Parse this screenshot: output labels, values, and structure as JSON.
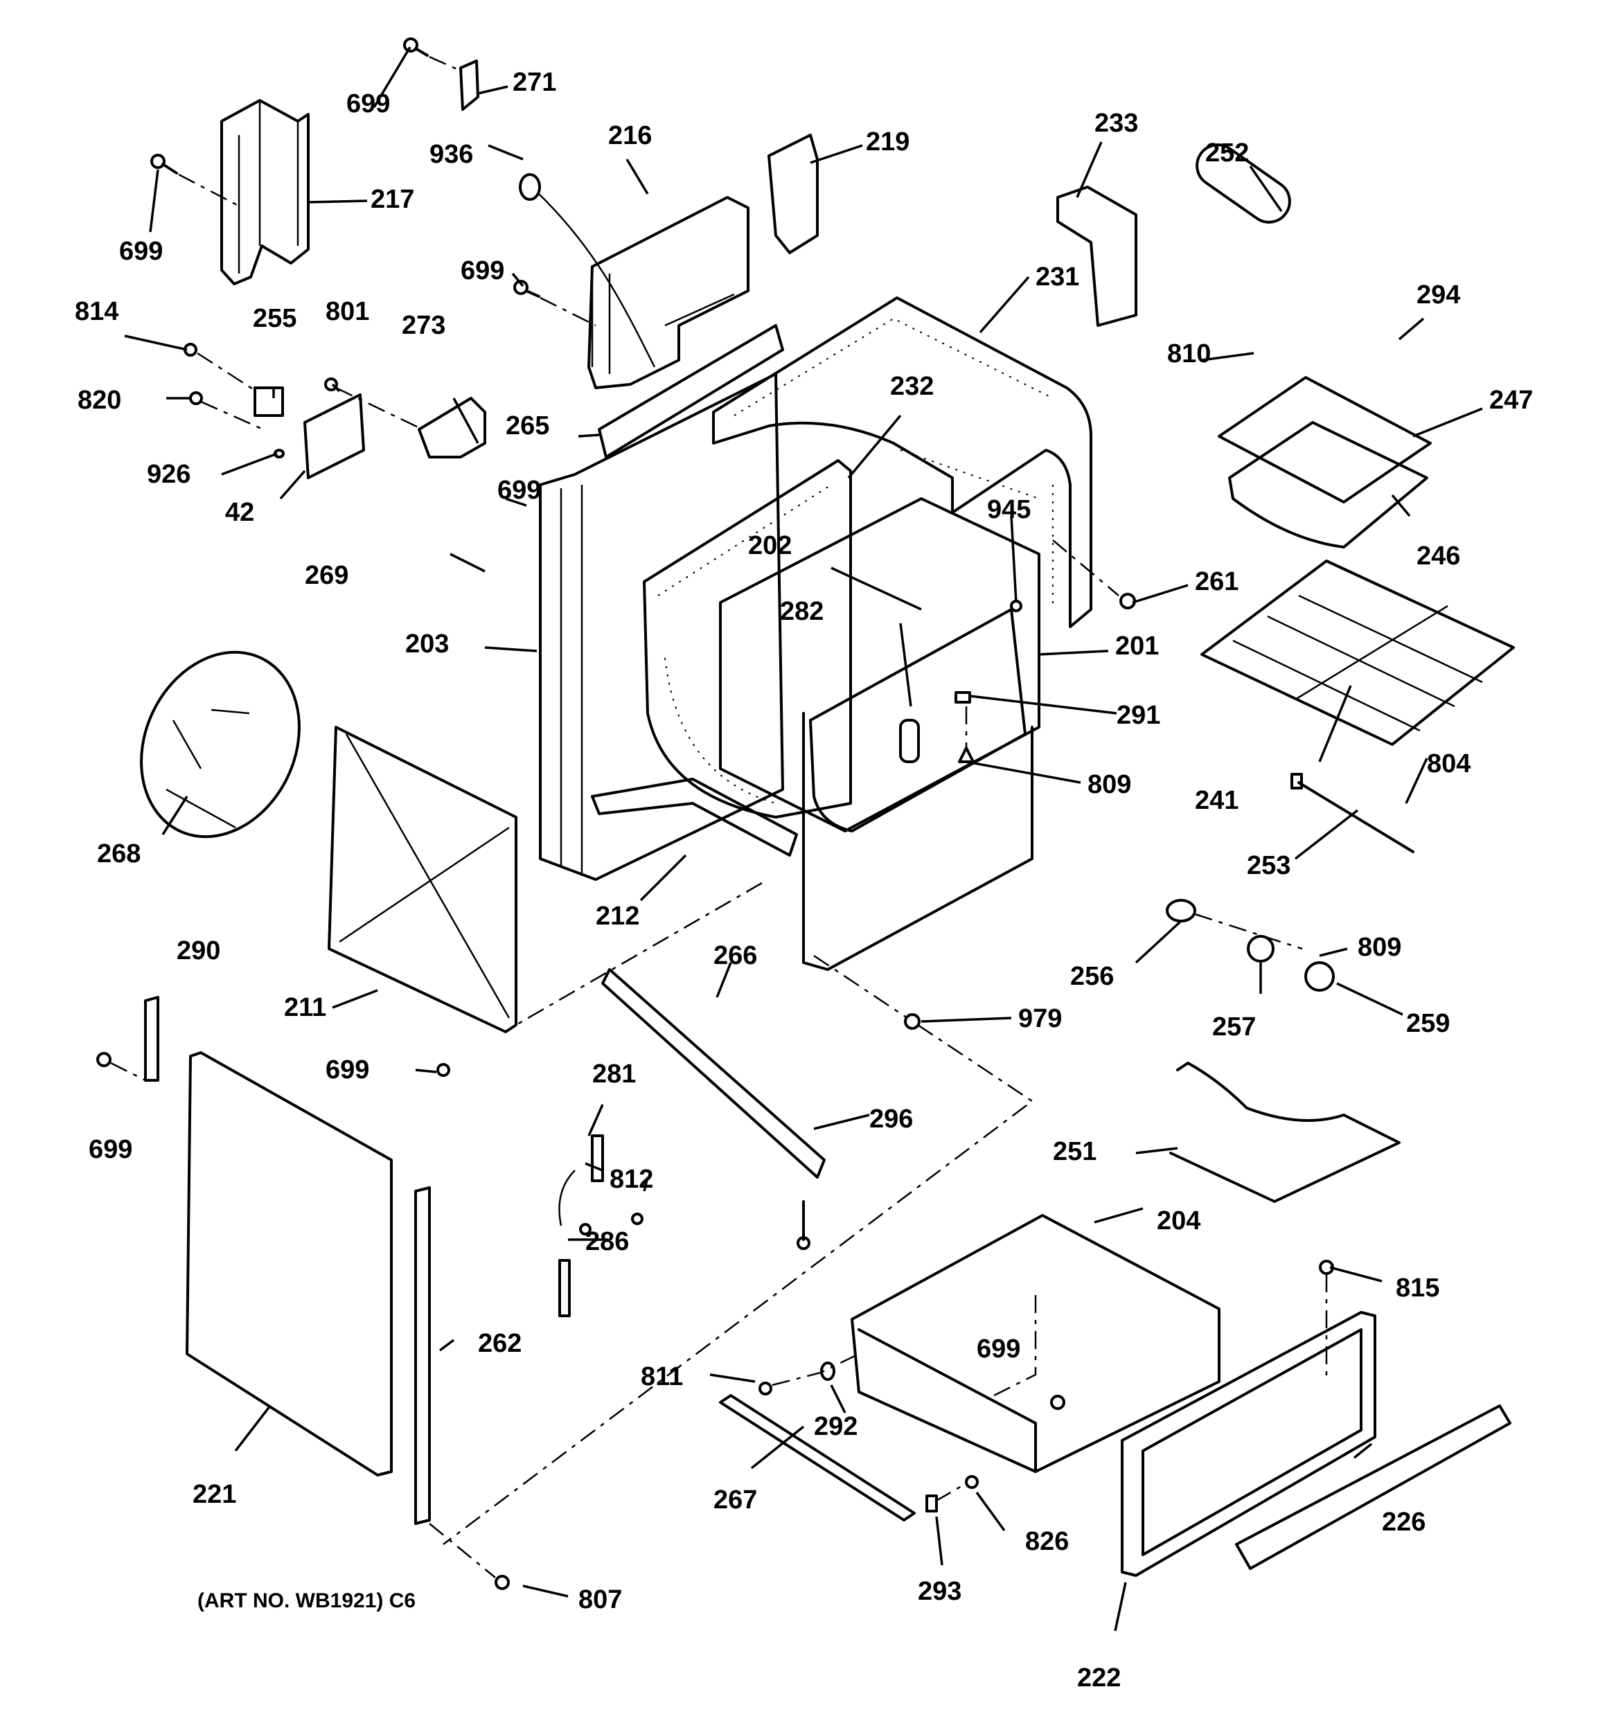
{
  "diagram": {
    "title": "Oven range body exploded parts diagram",
    "caption": "(ART NO. WB1921) C6",
    "labels": [
      {
        "id": "l699a",
        "text": "699"
      },
      {
        "id": "l271",
        "text": "271"
      },
      {
        "id": "l936",
        "text": "936"
      },
      {
        "id": "l216",
        "text": "216"
      },
      {
        "id": "l219",
        "text": "219"
      },
      {
        "id": "l233",
        "text": "233"
      },
      {
        "id": "l252",
        "text": "252"
      },
      {
        "id": "l699b",
        "text": "699"
      },
      {
        "id": "l217",
        "text": "217"
      },
      {
        "id": "l699c",
        "text": "699"
      },
      {
        "id": "l231",
        "text": "231"
      },
      {
        "id": "l294",
        "text": "294"
      },
      {
        "id": "l814",
        "text": "814"
      },
      {
        "id": "l255",
        "text": "255"
      },
      {
        "id": "l801",
        "text": "801"
      },
      {
        "id": "l273",
        "text": "273"
      },
      {
        "id": "l810",
        "text": "810"
      },
      {
        "id": "l232",
        "text": "232"
      },
      {
        "id": "l247",
        "text": "247"
      },
      {
        "id": "l820",
        "text": "820"
      },
      {
        "id": "l265",
        "text": "265"
      },
      {
        "id": "l926",
        "text": "926"
      },
      {
        "id": "l42",
        "text": "42"
      },
      {
        "id": "l699d",
        "text": "699"
      },
      {
        "id": "l945",
        "text": "945"
      },
      {
        "id": "l246",
        "text": "246"
      },
      {
        "id": "l202",
        "text": "202"
      },
      {
        "id": "l269",
        "text": "269"
      },
      {
        "id": "l261",
        "text": "261"
      },
      {
        "id": "l282",
        "text": "282"
      },
      {
        "id": "l203",
        "text": "203"
      },
      {
        "id": "l201",
        "text": "201"
      },
      {
        "id": "l291",
        "text": "291"
      },
      {
        "id": "l809a",
        "text": "809"
      },
      {
        "id": "l241",
        "text": "241"
      },
      {
        "id": "l804",
        "text": "804"
      },
      {
        "id": "l268",
        "text": "268"
      },
      {
        "id": "l253",
        "text": "253"
      },
      {
        "id": "l212",
        "text": "212"
      },
      {
        "id": "l809b",
        "text": "809"
      },
      {
        "id": "l256",
        "text": "256"
      },
      {
        "id": "l290",
        "text": "290"
      },
      {
        "id": "l266",
        "text": "266"
      },
      {
        "id": "l211",
        "text": "211"
      },
      {
        "id": "l257",
        "text": "257"
      },
      {
        "id": "l259",
        "text": "259"
      },
      {
        "id": "l979",
        "text": "979"
      },
      {
        "id": "l699e",
        "text": "699"
      },
      {
        "id": "l281",
        "text": "281"
      },
      {
        "id": "l699f",
        "text": "699"
      },
      {
        "id": "l296",
        "text": "296"
      },
      {
        "id": "l251",
        "text": "251"
      },
      {
        "id": "l812",
        "text": "812"
      },
      {
        "id": "l286",
        "text": "286"
      },
      {
        "id": "l204",
        "text": "204"
      },
      {
        "id": "l815",
        "text": "815"
      },
      {
        "id": "l262",
        "text": "262"
      },
      {
        "id": "l699g",
        "text": "699"
      },
      {
        "id": "l811",
        "text": "811"
      },
      {
        "id": "l292",
        "text": "292"
      },
      {
        "id": "l221",
        "text": "221"
      },
      {
        "id": "l267",
        "text": "267"
      },
      {
        "id": "l826",
        "text": "826"
      },
      {
        "id": "l226",
        "text": "226"
      },
      {
        "id": "l807",
        "text": "807"
      },
      {
        "id": "l293",
        "text": "293"
      },
      {
        "id": "l222",
        "text": "222"
      }
    ]
  }
}
